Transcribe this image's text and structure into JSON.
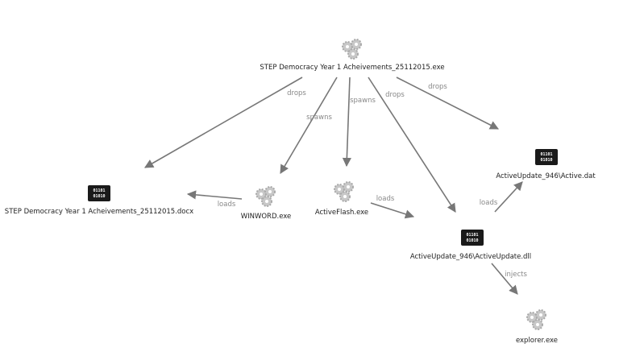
{
  "nodes": {
    "root": {
      "label": "STEP Democracy Year 1 Acheivements_25112015.exe",
      "icon": "gears-icon"
    },
    "docx": {
      "label": "STEP Democracy Year 1 Acheivements_25112015.docx",
      "icon": "binary-file-icon"
    },
    "winword": {
      "label": "WINWORD.exe",
      "icon": "gears-icon"
    },
    "activeflash": {
      "label": "ActiveFlash.exe",
      "icon": "gears-icon"
    },
    "dll": {
      "label": "ActiveUpdate_946\\ActiveUpdate.dll",
      "icon": "binary-file-icon"
    },
    "dat": {
      "label": "ActiveUpdate_946\\Active.dat",
      "icon": "binary-file-icon"
    },
    "explorer": {
      "label": "explorer.exe",
      "icon": "gears-icon"
    }
  },
  "binary_icon_text": [
    "01101",
    "01010"
  ],
  "edges": {
    "root_docx": "drops",
    "root_winword": "spawns",
    "root_activeflash": "spawns",
    "root_dll": "drops",
    "root_dat": "drops",
    "winword_docx": "loads",
    "activeflash_dll": "loads",
    "dll_dat": "loads",
    "dll_explorer": "injects"
  }
}
